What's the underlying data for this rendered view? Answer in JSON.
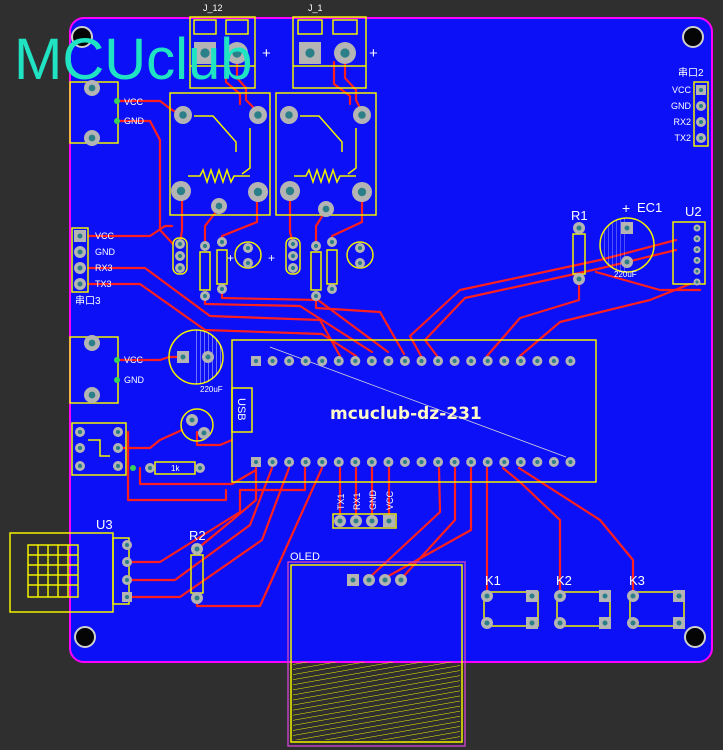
{
  "logo_text": "MCUclub",
  "board": {
    "title": "mcuclub-dz-231",
    "usb_label": "USB"
  },
  "connectors": {
    "j12": {
      "label": "J_12",
      "plus": "+"
    },
    "j1": {
      "label": "J_1",
      "plus": "+"
    },
    "power_top": {
      "vcc": "VCC",
      "gnd": "GND"
    },
    "power_mid": {
      "vcc": "VCC",
      "gnd": "GND"
    },
    "uart2": {
      "title": "串口2",
      "pins": [
        "VCC",
        "GND",
        "RX2",
        "TX2"
      ]
    },
    "uart3": {
      "title": "串口3",
      "pins": [
        "VCC",
        "GND",
        "RX3",
        "TX3"
      ]
    },
    "uart1": {
      "pins": [
        "TX1",
        "RX1",
        "GND",
        "VCC"
      ]
    }
  },
  "components": {
    "r1": "R1",
    "ec1": "EC1",
    "ec1_plus": "+",
    "ec1_value": "220uF",
    "u2": "U2",
    "relay_plus_left": "+",
    "relay_plus_right": "+",
    "cap_mid_value": "220uF",
    "res_1k": "1k",
    "u3": "U3",
    "r2": "R2",
    "oled": "OLED",
    "keys": [
      "K1",
      "K2",
      "K3"
    ]
  },
  "colors": {
    "background": "#2f2f2f",
    "board": "#0b10f6",
    "board_outline": "#ff00ff",
    "silkscreen": "#f2f200",
    "trace": "#ff1f1f",
    "pad": "#b4b4b4",
    "pad_hole": "#2b7f88",
    "via": "#37d35a",
    "ratsnest": "#d8d8d8",
    "logo": "#1fe3c2",
    "label_text": "#ffffff",
    "title_text": "#fff8c8",
    "oled_keepout": "#c040c0"
  }
}
